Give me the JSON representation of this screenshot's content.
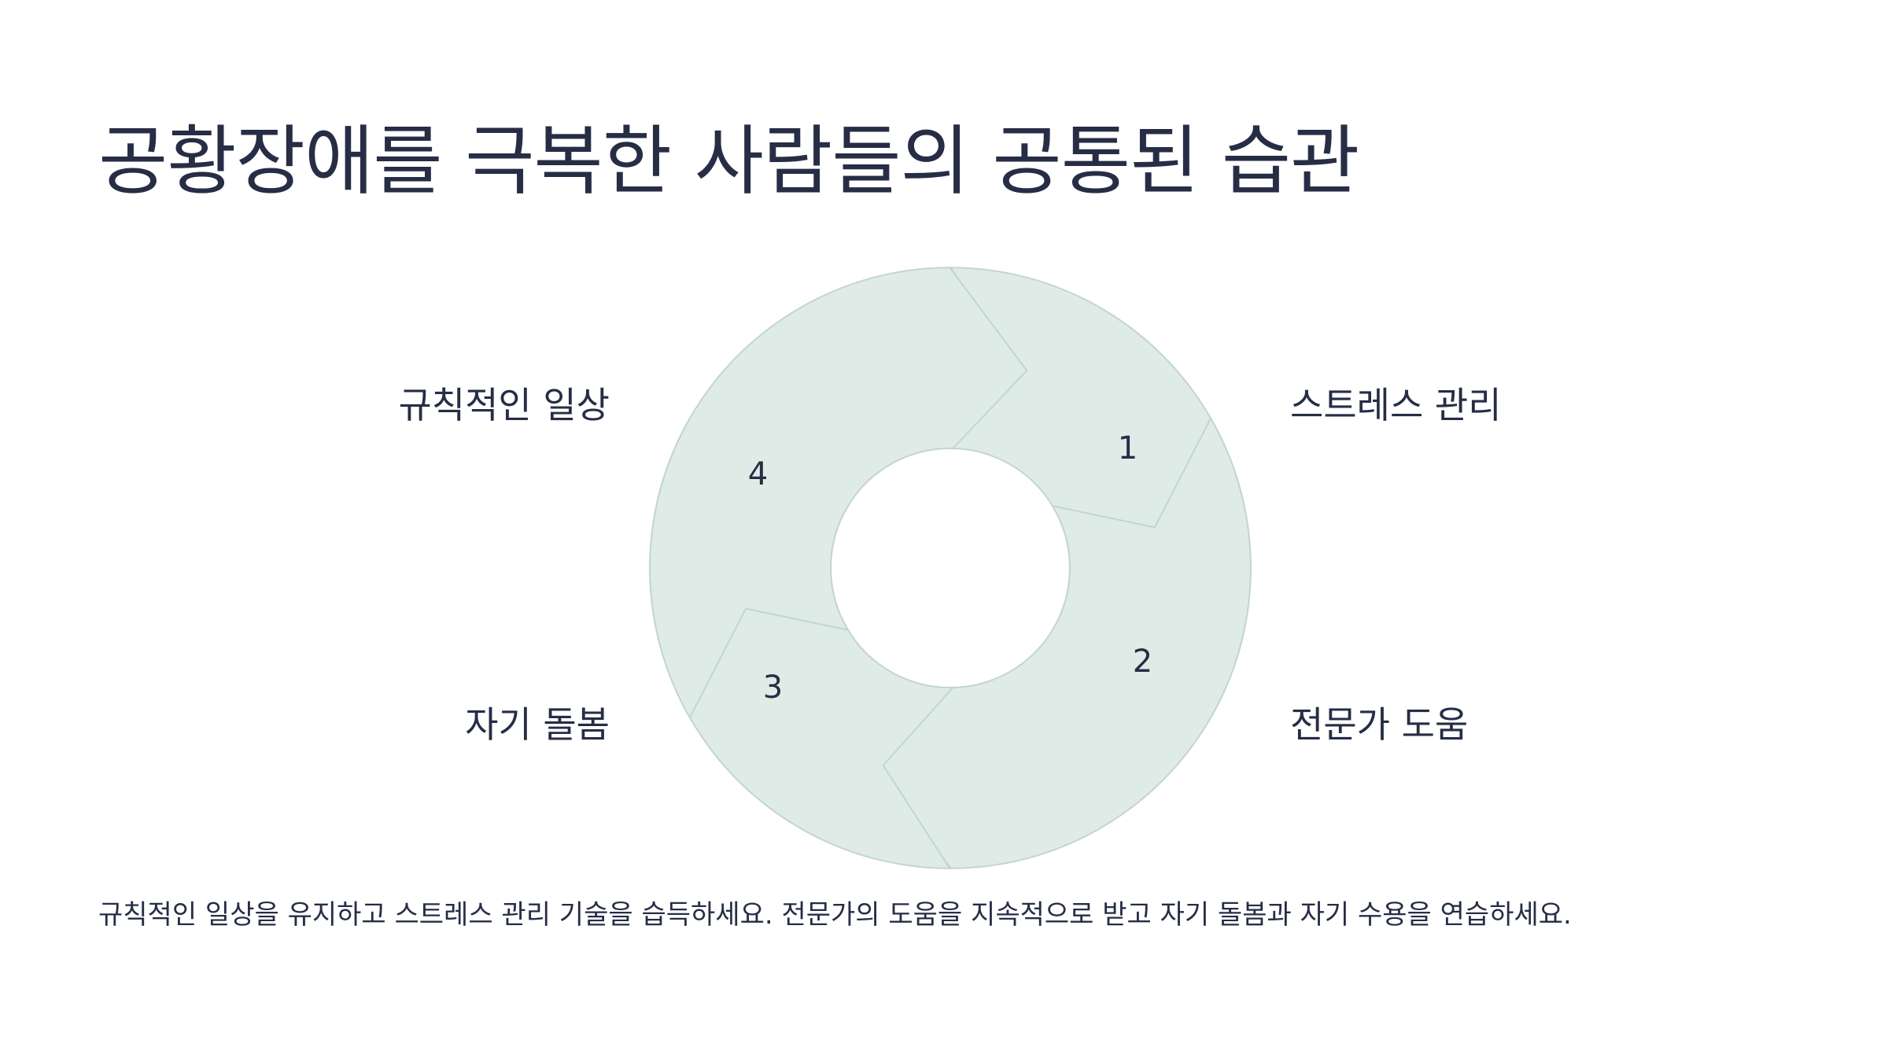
{
  "slide": {
    "title": "공황장애를 극복한 사람들의 공통된 습관",
    "caption": "규칙적인 일상을 유지하고 스트레스 관리 기술을 습득하세요. 전문가의 도움을 지속적으로 받고 자기 돌봄과 자기 수용을 연습하세요."
  },
  "cycle": {
    "fill": "#dfebe7",
    "stroke": "#c4d5cf",
    "text_color": "#262d45",
    "segments": [
      {
        "number": "1",
        "label": "규칙적인 일상"
      },
      {
        "number": "2",
        "label": "스트레스 관리"
      },
      {
        "number": "3",
        "label": "전문가 도움"
      },
      {
        "number": "4",
        "label": "자기 돌봄"
      }
    ]
  }
}
